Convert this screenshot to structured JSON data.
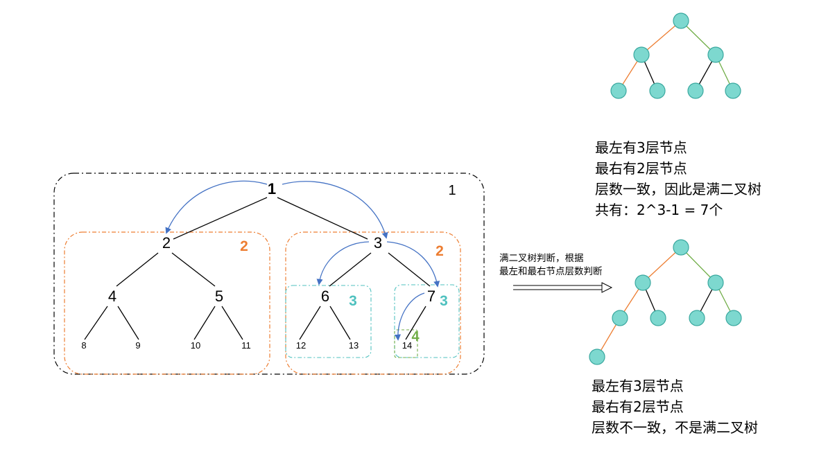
{
  "main_tree": {
    "nodes": [
      "1",
      "2",
      "3",
      "4",
      "5",
      "6",
      "7",
      "8",
      "9",
      "10",
      "11",
      "12",
      "13",
      "14"
    ]
  },
  "depth_labels": {
    "root_box": "1",
    "left_box": "2",
    "right_box": "2",
    "box_6": "3",
    "box_7": "3",
    "box_14": "4"
  },
  "arrow_note": {
    "line1": "满二叉树判断，根据",
    "line2": "最左和最右节点层数判断"
  },
  "top_example": {
    "line1": "最左有3层节点",
    "line2": "最右有2层节点",
    "line3": "层数一致，因此是满二叉树",
    "line4": "共有：2^3-1 = 7个"
  },
  "bottom_example": {
    "line1": "最左有3层节点",
    "line2": "最右有2层节点",
    "line3": "层数不一致，不是满二叉树"
  },
  "colors": {
    "outer_box": "#000000",
    "subtree_box": "#ed7d31",
    "depth3_box": "#4fc1bf",
    "depth4_label": "#70ad47",
    "arrow": "#4472c4",
    "node_fill": "#7dd8cf",
    "node_stroke": "#3aa89f",
    "left_edge": "#ed7d31",
    "right_edge": "#70ad47"
  }
}
